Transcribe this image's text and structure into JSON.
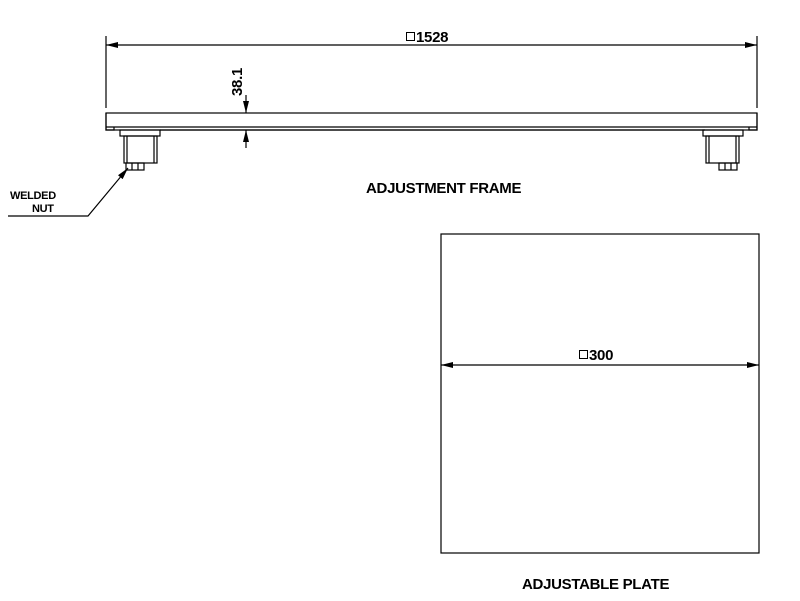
{
  "frame": {
    "width_dimension": "1528",
    "thickness_dimension": "38.1",
    "caption": "ADJUSTMENT FRAME",
    "callout": {
      "line1": "WELDED",
      "line2": "NUT"
    }
  },
  "plate": {
    "width_dimension": "300",
    "caption": "ADJUSTABLE PLATE"
  },
  "symbols": {
    "square_symbol": "square-dimension-symbol"
  }
}
